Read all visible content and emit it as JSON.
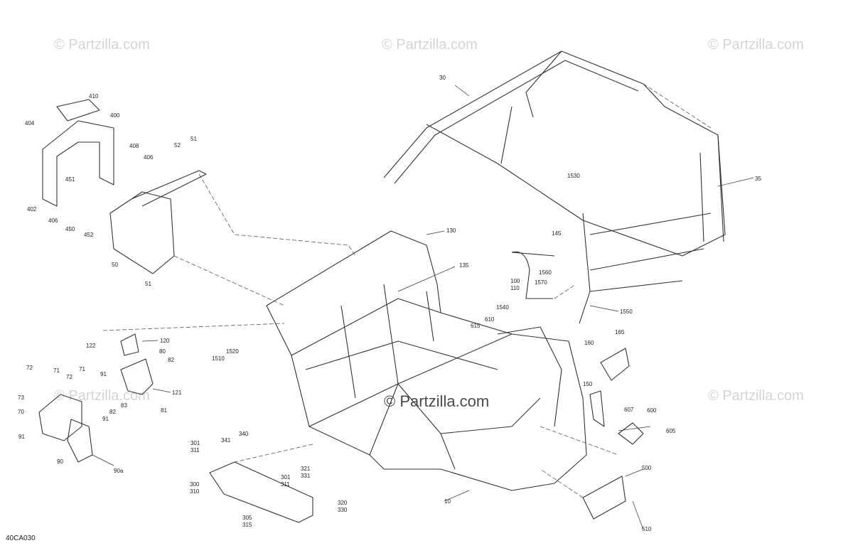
{
  "watermark": "© Partzilla.com",
  "diagram_code": "40CA030",
  "callouts": [
    {
      "id": "c410",
      "label": "410"
    },
    {
      "id": "c400",
      "label": "400"
    },
    {
      "id": "c404",
      "label": "404"
    },
    {
      "id": "c408",
      "label": "408"
    },
    {
      "id": "c406a",
      "label": "406"
    },
    {
      "id": "c451",
      "label": "451"
    },
    {
      "id": "c402",
      "label": "402"
    },
    {
      "id": "c406b",
      "label": "406"
    },
    {
      "id": "c450",
      "label": "450"
    },
    {
      "id": "c452",
      "label": "452"
    },
    {
      "id": "c51a",
      "label": "51"
    },
    {
      "id": "c52",
      "label": "52"
    },
    {
      "id": "c50",
      "label": "50"
    },
    {
      "id": "c51b",
      "label": "51"
    },
    {
      "id": "c30",
      "label": "30"
    },
    {
      "id": "c35",
      "label": "35"
    },
    {
      "id": "c1530",
      "label": "1530"
    },
    {
      "id": "c145",
      "label": "145"
    },
    {
      "id": "c130",
      "label": "130"
    },
    {
      "id": "c135",
      "label": "135"
    },
    {
      "id": "c100",
      "label": "100"
    },
    {
      "id": "c110",
      "label": "110"
    },
    {
      "id": "c1560",
      "label": "1560"
    },
    {
      "id": "c1570",
      "label": "1570"
    },
    {
      "id": "c1550",
      "label": "1550"
    },
    {
      "id": "c1540",
      "label": "1540"
    },
    {
      "id": "c610",
      "label": "610"
    },
    {
      "id": "c615",
      "label": "615"
    },
    {
      "id": "c165",
      "label": "165"
    },
    {
      "id": "c160",
      "label": "160"
    },
    {
      "id": "c150",
      "label": "150"
    },
    {
      "id": "c607",
      "label": "607"
    },
    {
      "id": "c600",
      "label": "600"
    },
    {
      "id": "c605",
      "label": "605"
    },
    {
      "id": "c500",
      "label": "500"
    },
    {
      "id": "c510",
      "label": "510"
    },
    {
      "id": "c10",
      "label": "10"
    },
    {
      "id": "c120",
      "label": "120"
    },
    {
      "id": "c122",
      "label": "122"
    },
    {
      "id": "c80",
      "label": "80"
    },
    {
      "id": "c82a",
      "label": "82"
    },
    {
      "id": "c121",
      "label": "121"
    },
    {
      "id": "c81",
      "label": "81"
    },
    {
      "id": "c1520",
      "label": "1520"
    },
    {
      "id": "c1510",
      "label": "1510"
    },
    {
      "id": "c72a",
      "label": "72"
    },
    {
      "id": "c71a",
      "label": "71"
    },
    {
      "id": "c72b",
      "label": "72"
    },
    {
      "id": "c71b",
      "label": "71"
    },
    {
      "id": "c91a",
      "label": "91"
    },
    {
      "id": "c73",
      "label": "73"
    },
    {
      "id": "c70",
      "label": "70"
    },
    {
      "id": "c83",
      "label": "83"
    },
    {
      "id": "c82b",
      "label": "82"
    },
    {
      "id": "c91b",
      "label": "91"
    },
    {
      "id": "c91c",
      "label": "91"
    },
    {
      "id": "c90",
      "label": "90"
    },
    {
      "id": "c90a",
      "label": "90a"
    },
    {
      "id": "c301a",
      "label": "301"
    },
    {
      "id": "c311a",
      "label": "311"
    },
    {
      "id": "c341",
      "label": "341"
    },
    {
      "id": "c340",
      "label": "340"
    },
    {
      "id": "c300",
      "label": "300"
    },
    {
      "id": "c310",
      "label": "310"
    },
    {
      "id": "c301b",
      "label": "301"
    },
    {
      "id": "c311b",
      "label": "311"
    },
    {
      "id": "c321",
      "label": "321"
    },
    {
      "id": "c331",
      "label": "331"
    },
    {
      "id": "c320",
      "label": "320"
    },
    {
      "id": "c330",
      "label": "330"
    },
    {
      "id": "c305",
      "label": "305"
    },
    {
      "id": "c315",
      "label": "315"
    }
  ]
}
